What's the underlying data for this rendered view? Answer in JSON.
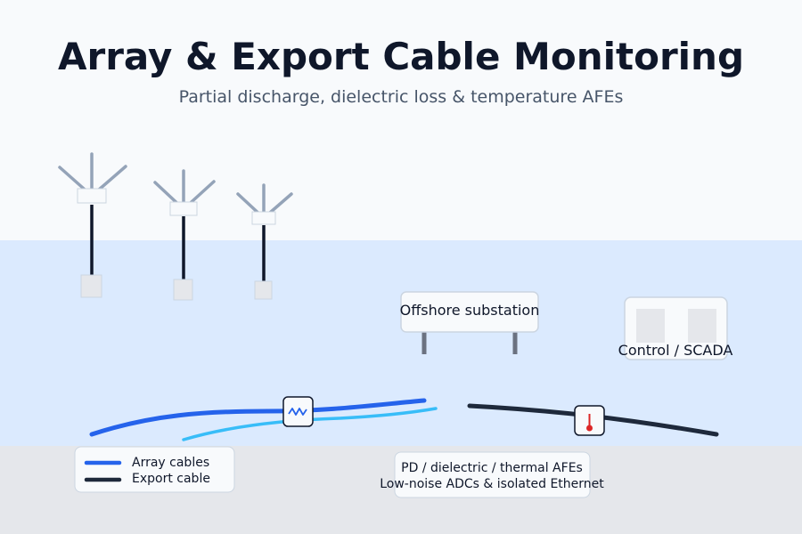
{
  "header": {
    "title": "Array & Export Cable Monitoring",
    "subtitle": "Partial discharge, dielectric loss & temperature AFEs"
  },
  "nodes": {
    "substation": "Offshore substation",
    "control": "Control / SCADA"
  },
  "legend": {
    "array": "Array cables",
    "export": "Export cable"
  },
  "info": {
    "line1": "PD / dielectric / thermal AFEs",
    "line2": "Low-noise ADCs & isolated Ethernet"
  },
  "colors": {
    "sky": "#f8fafc",
    "sea": "#dbeafe",
    "seabed": "#e5e7eb",
    "array_cable": "#2563eb",
    "array_cable_light": "#38bdf8",
    "export_cable": "#1e293b",
    "turbine": "#94a3b8",
    "tower": "#0f172a",
    "thermometer": "#dc2626"
  },
  "icons": {
    "pd_sensor": "waveform-icon",
    "temp_sensor": "thermometer-icon"
  }
}
